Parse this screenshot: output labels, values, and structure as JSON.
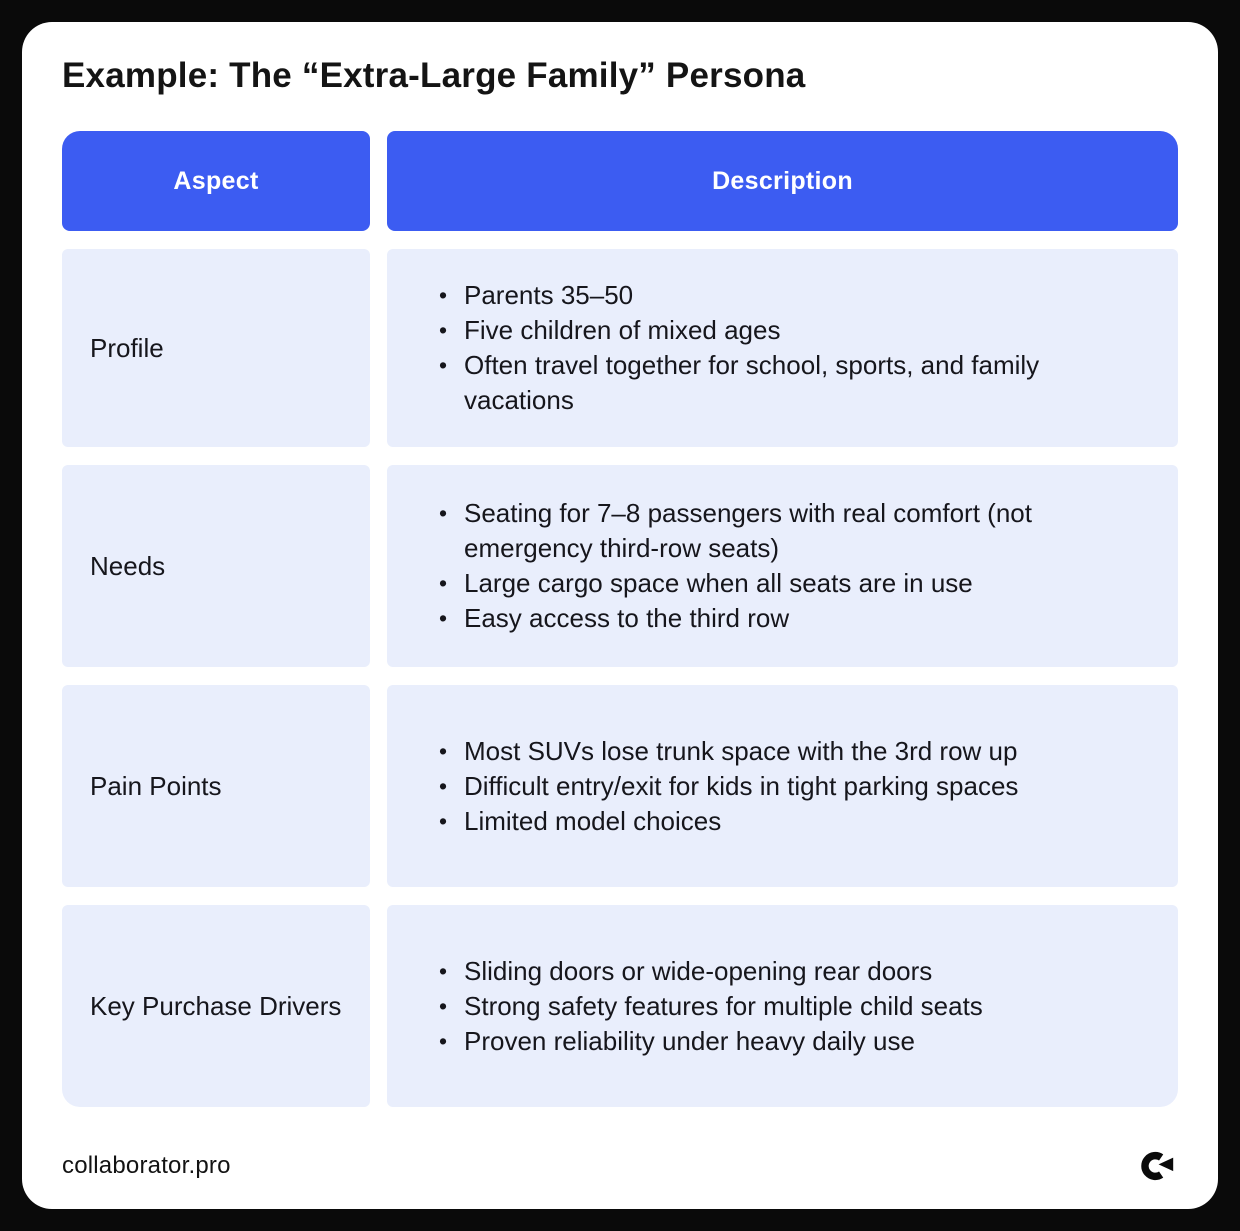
{
  "page": {
    "title": "Example: The “Extra-Large Family” Persona",
    "colors": {
      "accent_blue": "#3c5cf2",
      "row_background": "#e9eefc",
      "frame_black": "#0a0a0a",
      "card_white": "#ffffff",
      "text_dark": "#16161c"
    }
  },
  "table": {
    "headers": [
      "Aspect",
      "Description"
    ],
    "rows": [
      {
        "aspect": "Profile",
        "bullets": [
          "Parents 35–50",
          "Five children of mixed ages",
          "Often travel together for school, sports, and family vacations"
        ]
      },
      {
        "aspect": "Needs",
        "bullets": [
          "Seating for 7–8 passengers with real comfort (not emergency third-row seats)",
          "Large cargo space when all seats are in use",
          "Easy access to the third row"
        ]
      },
      {
        "aspect": "Pain Points",
        "bullets": [
          "Most SUVs lose trunk space with the 3rd row up",
          "Difficult entry/exit for kids in tight parking spaces",
          "Limited model choices"
        ]
      },
      {
        "aspect": "Key Purchase Drivers",
        "bullets": [
          "Sliding doors or wide-opening rear doors",
          "Strong safety features for multiple child seats",
          "Proven reliability under heavy daily use"
        ]
      }
    ]
  },
  "footer": {
    "site": "collaborator.pro",
    "logo_icon": "collaborator-logo-icon"
  }
}
